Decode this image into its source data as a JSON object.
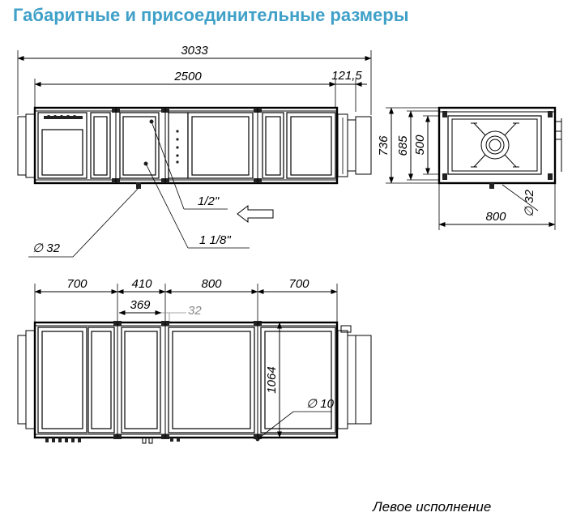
{
  "title": "Габаритные и присоединительные размеры",
  "footer": "Левое исполнение",
  "top_view": {
    "overall_length": "3033",
    "body_length": "2500",
    "flange_offset": "121,5",
    "pipe_label_a": "1/2\"",
    "pipe_label_b": "1 1/8\"",
    "drain_label": "∅ 32"
  },
  "side_view": {
    "height_total": "736",
    "height_body": "685",
    "height_duct": "500",
    "width": "800",
    "drain_label": "∅ 32"
  },
  "bottom_view": {
    "section_1": "700",
    "section_2": "410",
    "section_3": "800",
    "section_4": "700",
    "sub_369": "369",
    "sub_32": "32",
    "height": "1064",
    "hole_label": "∅ 10"
  },
  "colors": {
    "title": "#3fa0c8",
    "lines": "#000000",
    "secondary_dim": "#888888"
  },
  "icons": {
    "direction": "arrow-left-icon"
  }
}
